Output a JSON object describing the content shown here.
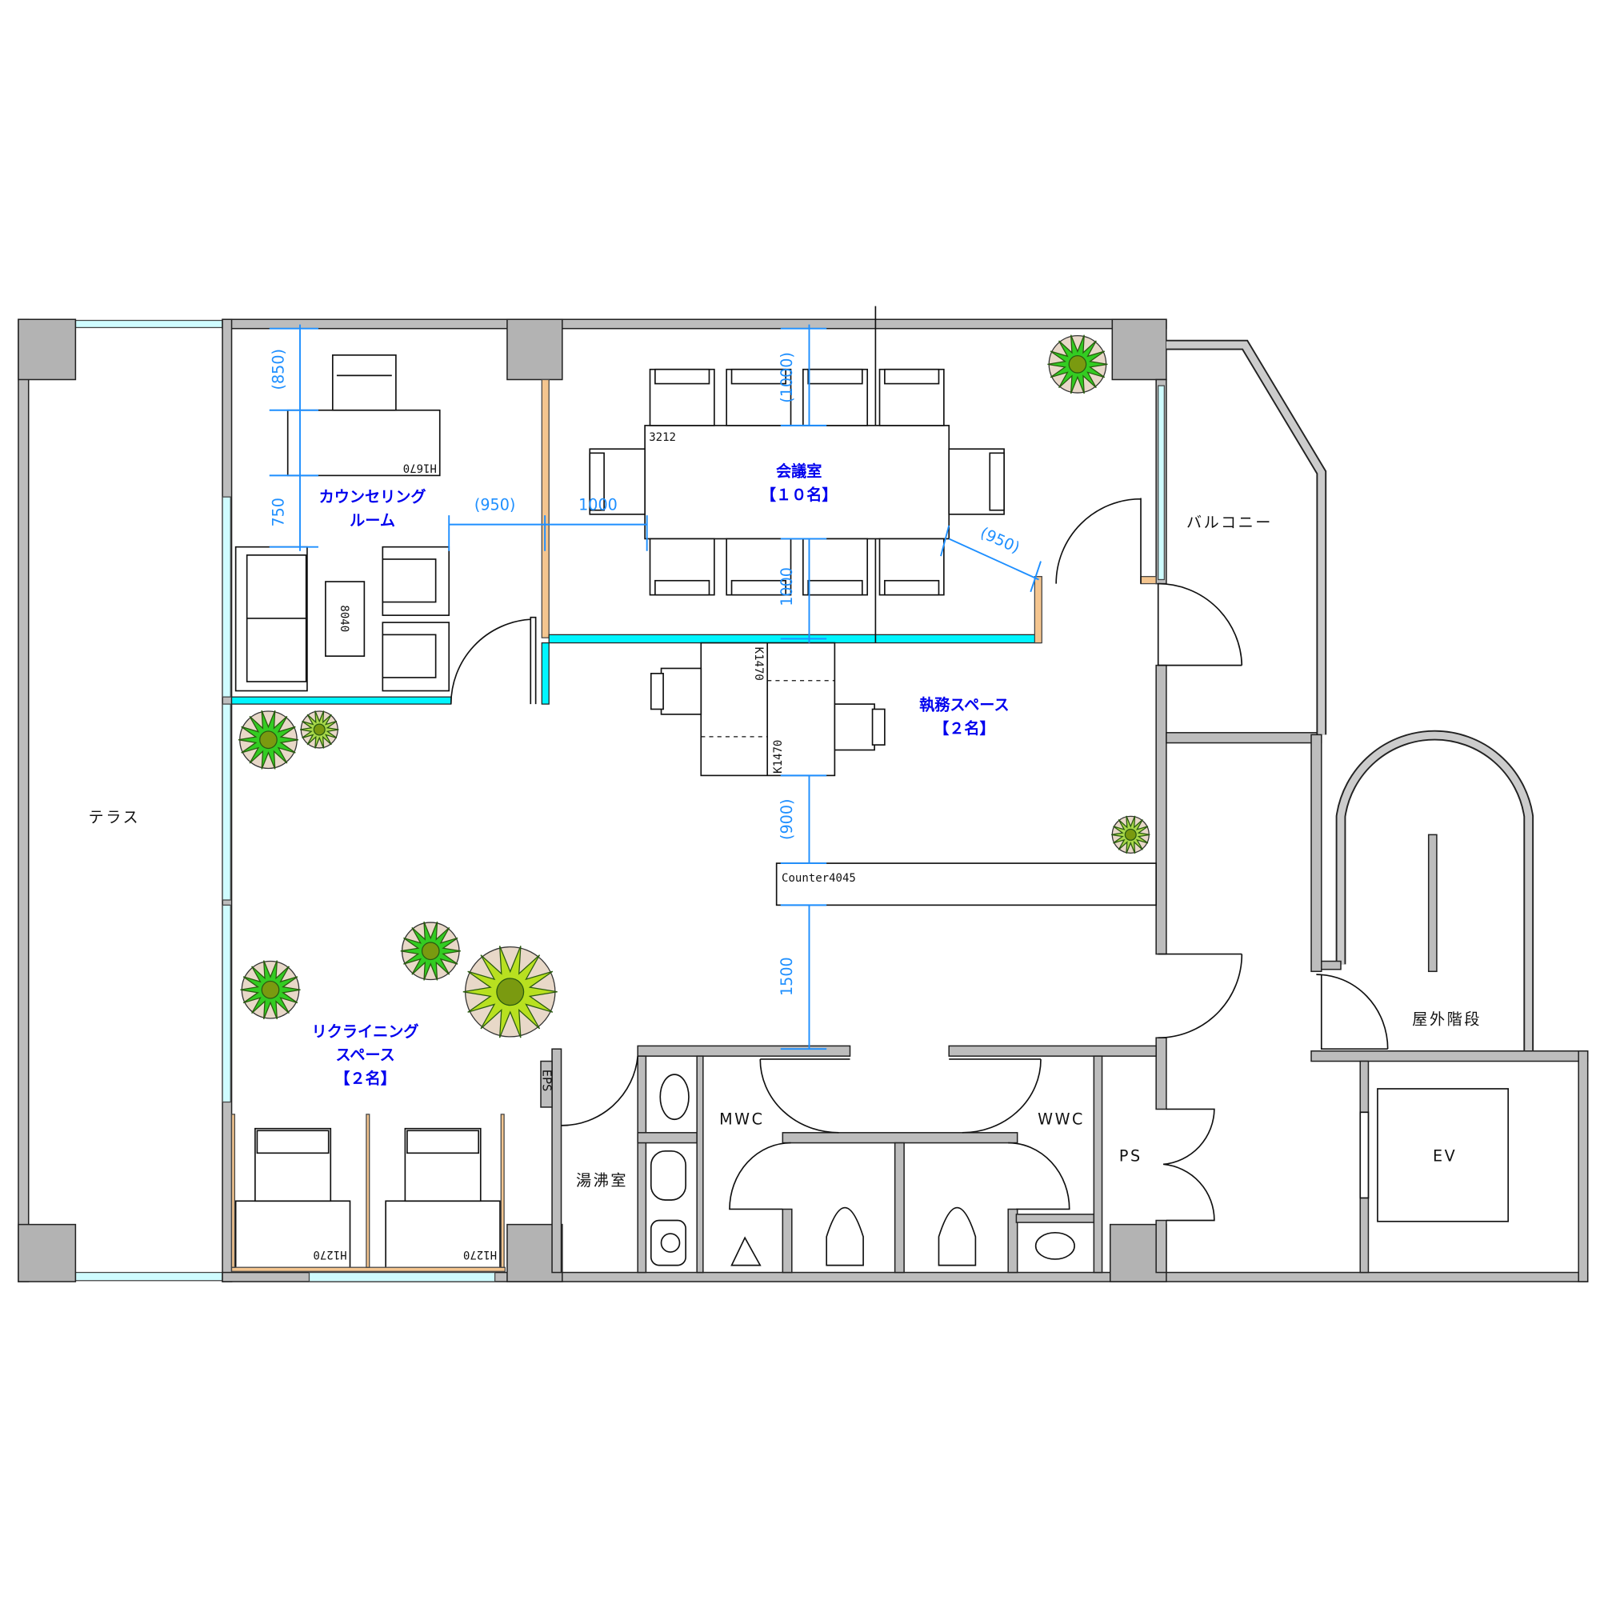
{
  "rooms": {
    "terrace": "テラス",
    "counseling_line1": "カウンセリング",
    "counseling_line2": "ルーム",
    "meeting_line1": "会議室",
    "meeting_line2": "【１０名】",
    "office_line1": "執務スペース",
    "office_line2": "【２名】",
    "balcony": "バルコニー",
    "reclining_line1": "リクライニング",
    "reclining_line2": "スペース",
    "reclining_line3": "【２名】",
    "kitchenette": "湯沸室",
    "mwc": "MWC",
    "wwc": "WWC",
    "ps": "PS",
    "ev": "EV",
    "outdoor_stairs": "屋外階段",
    "eps": "EPS"
  },
  "furniture": {
    "counter": "Counter4045",
    "meeting_table": "3212",
    "counseling_desk": "H1670",
    "low_table": "8040",
    "office_desk_a": "K1470",
    "office_desk_b": "K1470",
    "recliner_a": "H1270",
    "recliner_b": "H1270"
  },
  "dimensions": {
    "counsel_top": "(850)",
    "counsel_mid": "750",
    "counsel_to_wall": "(950)",
    "wall_to_table": "1000",
    "table_top": "(1000)",
    "table_bottom": "1000",
    "table_diag": "(950)",
    "desk_to_counter": "(900)",
    "counter_to_wc": "1500"
  },
  "colors": {
    "label_blue": "#0000ee",
    "dimension_blue": "#1e8fff",
    "glass_partition": "#00f5ff",
    "wood_partition": "#f4c58f",
    "wall_gray": "#bdbdbd"
  }
}
